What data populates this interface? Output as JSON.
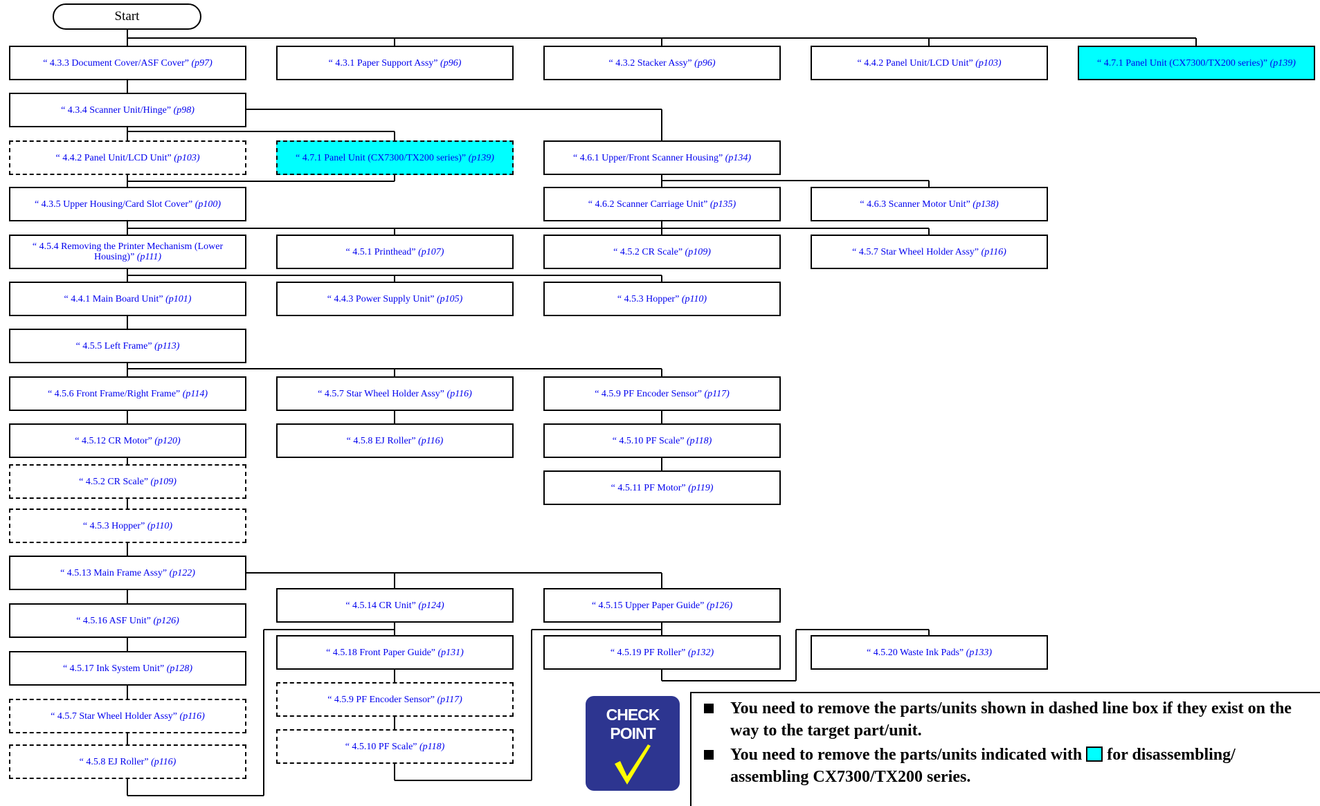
{
  "start_label": "Start",
  "colors": {
    "highlight": "#00ffff",
    "link": "#0000ee",
    "checkpoint": "#2d3590"
  },
  "boxes": [
    {
      "id": "b1",
      "text": "“ 4.3.3 Document Cover/ASF Cover”",
      "page": "(p97)",
      "style": "solid"
    },
    {
      "id": "b2",
      "text": "“ 4.3.1 Paper Support Assy”",
      "page": "(p96)",
      "style": "solid"
    },
    {
      "id": "b3",
      "text": "“ 4.3.2 Stacker Assy”",
      "page": "(p96)",
      "style": "solid"
    },
    {
      "id": "b4",
      "text": "“ 4.4.2 Panel Unit/LCD Unit”",
      "page": "(p103)",
      "style": "solid"
    },
    {
      "id": "b5",
      "text": "“ 4.7.1 Panel Unit (CX7300/TX200 series)”",
      "page": "(p139)",
      "style": "cyan"
    },
    {
      "id": "b6",
      "text": "“ 4.3.4 Scanner Unit/Hinge”",
      "page": "(p98)",
      "style": "solid"
    },
    {
      "id": "b7",
      "text": "“ 4.4.2 Panel Unit/LCD Unit”",
      "page": "(p103)",
      "style": "dashed"
    },
    {
      "id": "b8",
      "text": "“ 4.7.1 Panel Unit (CX7300/TX200 series)”",
      "page": "(p139)",
      "style": "cyan-dashed"
    },
    {
      "id": "b9",
      "text": "“ 4.6.1 Upper/Front Scanner Housing”",
      "page": "(p134)",
      "style": "solid"
    },
    {
      "id": "b10",
      "text": "“ 4.3.5 Upper Housing/Card Slot Cover”",
      "page": "(p100)",
      "style": "solid"
    },
    {
      "id": "b11",
      "text": "“ 4.6.2 Scanner Carriage Unit”",
      "page": "(p135)",
      "style": "solid"
    },
    {
      "id": "b12",
      "text": "“ 4.6.3 Scanner Motor Unit”",
      "page": "(p138)",
      "style": "solid"
    },
    {
      "id": "b13",
      "text": "“ 4.5.4 Removing the Printer Mechanism (Lower Housing)”",
      "page": "(p111)",
      "style": "solid"
    },
    {
      "id": "b14",
      "text": "“ 4.5.1 Printhead”",
      "page": "(p107)",
      "style": "solid"
    },
    {
      "id": "b15",
      "text": "“ 4.5.2 CR Scale”",
      "page": "(p109)",
      "style": "solid"
    },
    {
      "id": "b16",
      "text": "“ 4.5.7 Star Wheel Holder Assy”",
      "page": "(p116)",
      "style": "solid"
    },
    {
      "id": "b17",
      "text": "“ 4.4.1 Main Board Unit”",
      "page": "(p101)",
      "style": "solid"
    },
    {
      "id": "b18",
      "text": "“ 4.4.3 Power Supply Unit”",
      "page": "(p105)",
      "style": "solid"
    },
    {
      "id": "b19",
      "text": "“ 4.5.3 Hopper”",
      "page": "(p110)",
      "style": "solid"
    },
    {
      "id": "b20",
      "text": "“ 4.5.5 Left Frame”",
      "page": "(p113)",
      "style": "solid"
    },
    {
      "id": "b21",
      "text": "“ 4.5.6 Front Frame/Right Frame”",
      "page": "(p114)",
      "style": "solid"
    },
    {
      "id": "b22",
      "text": "“ 4.5.7 Star Wheel Holder Assy”",
      "page": "(p116)",
      "style": "solid"
    },
    {
      "id": "b23",
      "text": "“ 4.5.9 PF Encoder Sensor”",
      "page": "(p117)",
      "style": "solid"
    },
    {
      "id": "b24",
      "text": "“ 4.5.12 CR Motor”",
      "page": "(p120)",
      "style": "solid"
    },
    {
      "id": "b25",
      "text": "“ 4.5.8 EJ Roller”",
      "page": "(p116)",
      "style": "solid"
    },
    {
      "id": "b26",
      "text": "“ 4.5.10 PF Scale”",
      "page": "(p118)",
      "style": "solid"
    },
    {
      "id": "b27",
      "text": "“ 4.5.2 CR Scale”",
      "page": "(p109)",
      "style": "dashed"
    },
    {
      "id": "b28",
      "text": "“ 4.5.11 PF Motor”",
      "page": "(p119)",
      "style": "solid"
    },
    {
      "id": "b29",
      "text": "“ 4.5.3 Hopper”",
      "page": "(p110)",
      "style": "dashed"
    },
    {
      "id": "b30",
      "text": "“ 4.5.13 Main Frame Assy”",
      "page": "(p122)",
      "style": "solid"
    },
    {
      "id": "b31",
      "text": "“ 4.5.14 CR Unit”",
      "page": "(p124)",
      "style": "solid"
    },
    {
      "id": "b32",
      "text": "“ 4.5.15 Upper Paper Guide”",
      "page": "(p126)",
      "style": "solid"
    },
    {
      "id": "b33",
      "text": "“ 4.5.16 ASF Unit”",
      "page": "(p126)",
      "style": "solid"
    },
    {
      "id": "b34",
      "text": "“ 4.5.18 Front Paper Guide”",
      "page": "(p131)",
      "style": "solid"
    },
    {
      "id": "b35",
      "text": "“ 4.5.19 PF Roller”",
      "page": "(p132)",
      "style": "solid"
    },
    {
      "id": "b36",
      "text": "“ 4.5.20 Waste Ink Pads”",
      "page": "(p133)",
      "style": "solid"
    },
    {
      "id": "b37",
      "text": "“ 4.5.17 Ink System Unit”",
      "page": "(p128)",
      "style": "solid"
    },
    {
      "id": "b38",
      "text": "“ 4.5.9 PF Encoder Sensor”",
      "page": "(p117)",
      "style": "dashed"
    },
    {
      "id": "b39",
      "text": "“ 4.5.7 Star Wheel Holder Assy”",
      "page": "(p116)",
      "style": "dashed"
    },
    {
      "id": "b40",
      "text": "“ 4.5.10 PF Scale”",
      "page": "(p118)",
      "style": "dashed"
    },
    {
      "id": "b41",
      "text": "“ 4.5.8 EJ Roller”",
      "page": "(p116)",
      "style": "dashed"
    }
  ],
  "checkpoint": {
    "line1": "CHECK",
    "line2": "POINT"
  },
  "notes": {
    "item1": "You need to remove the parts/units shown in dashed line box if they exist on the way to the target part/unit.",
    "item2_before": "You need to remove the parts/units indicated with",
    "item2_after": "for disassembling/ assembling CX7300/TX200 series."
  }
}
